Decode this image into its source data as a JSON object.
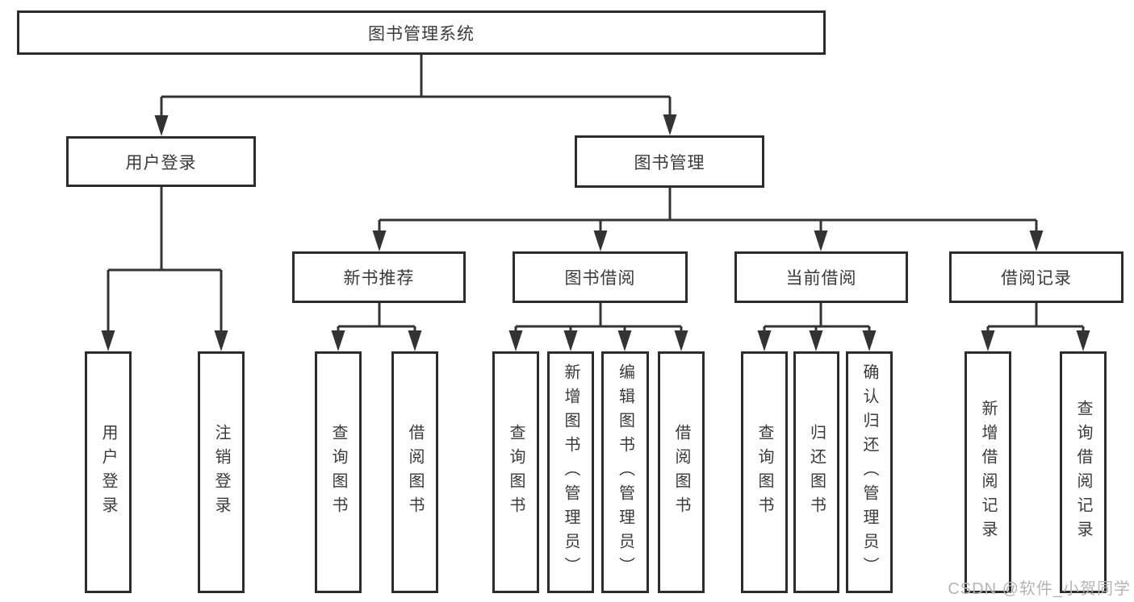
{
  "diagram_type": "hierarchy-tree",
  "tree": {
    "label": "图书管理系统",
    "children": [
      {
        "label": "用户登录",
        "children": [
          {
            "label": "用户登录"
          },
          {
            "label": "注销登录"
          }
        ]
      },
      {
        "label": "图书管理",
        "children": [
          {
            "label": "新书推荐",
            "children": [
              {
                "label": "查询图书"
              },
              {
                "label": "借阅图书"
              }
            ]
          },
          {
            "label": "图书借阅",
            "children": [
              {
                "label": "查询图书"
              },
              {
                "label": "新增图书（管理员）"
              },
              {
                "label": "编辑图书（管理员）"
              },
              {
                "label": "借阅图书"
              }
            ]
          },
          {
            "label": "当前借阅",
            "children": [
              {
                "label": "查询图书"
              },
              {
                "label": "归还图书"
              },
              {
                "label": "确认归还（管理员）"
              }
            ]
          },
          {
            "label": "借阅记录",
            "children": [
              {
                "label": "新增借阅记录"
              },
              {
                "label": "查询借阅记录"
              }
            ]
          }
        ]
      }
    ]
  },
  "watermark": {
    "text": "CSDN @软件_小贺同学"
  },
  "colors": {
    "line": "#333333",
    "box_border": "#2d2d2d",
    "text": "#3a3a3a",
    "watermark": "#b4b4b4",
    "background": "#ffffff"
  }
}
